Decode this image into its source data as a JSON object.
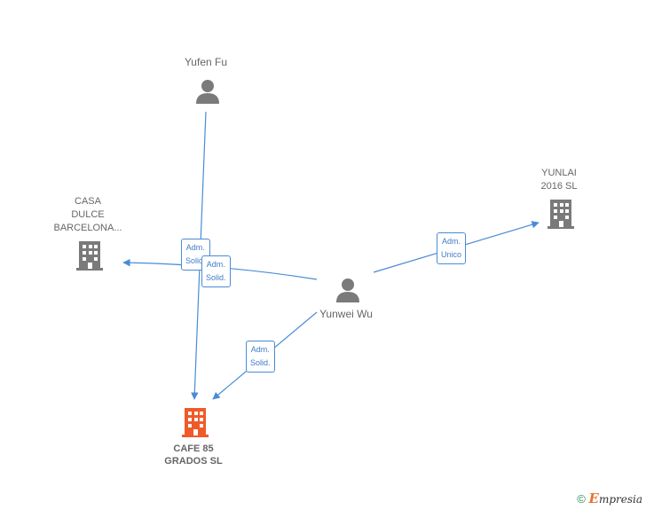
{
  "nodes": {
    "yufen": {
      "label": "Yufen Fu"
    },
    "yunwei": {
      "label": "Yunwei Wu"
    },
    "casa": {
      "label": "CASA\nDULCE\nBARCELONA..."
    },
    "yunlai": {
      "label": "YUNLAI\n2016  SL"
    },
    "cafe": {
      "label": "CAFE 85\nGRADOS  SL"
    }
  },
  "edges": {
    "yufen_casa": {
      "label": "Adm.\nSolid."
    },
    "yunwei_casa": {
      "label": "Adm.\nSolid."
    },
    "yunwei_yunlai": {
      "label": "Adm.\nUnico"
    },
    "yunwei_cafe": {
      "label": "Adm.\nSolid."
    }
  },
  "colors": {
    "edge": "#4a8bd6",
    "person": "#7a7a7a",
    "company": "#7a7a7a",
    "main_company": "#f05a28"
  },
  "footer": {
    "copyright": "©",
    "brand_first": "E",
    "brand_rest": "mpresia"
  }
}
